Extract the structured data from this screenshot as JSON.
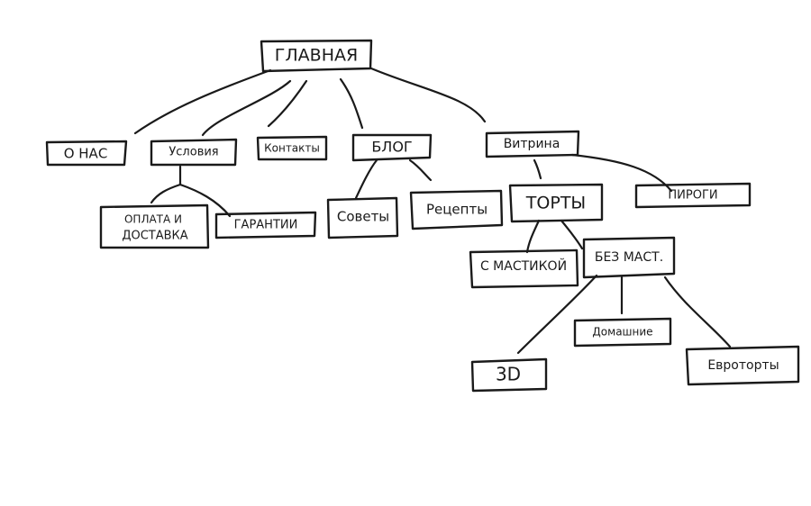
{
  "diagram": {
    "root": "ГЛАВНАЯ",
    "level1": [
      "О НАС",
      "Условия",
      "Контакты",
      "БЛОГ",
      "Витрина"
    ],
    "uslovia_children": [
      "ОПЛАТА И ДОСТАВКА",
      "ГАРАНТИИ"
    ],
    "blog_children": [
      "Советы",
      "Рецепты"
    ],
    "vitrina_children": [
      "ТОРТЫ",
      "ПИРОГИ"
    ],
    "torty_children": [
      "С МАСТИКОЙ",
      "БЕЗ МАСТ."
    ],
    "bez_mast_children": [
      "3D",
      "Домашние",
      "Евроторты"
    ],
    "oplata_lines": [
      "ОПЛАТА И",
      "ДОСТАВКА"
    ]
  }
}
